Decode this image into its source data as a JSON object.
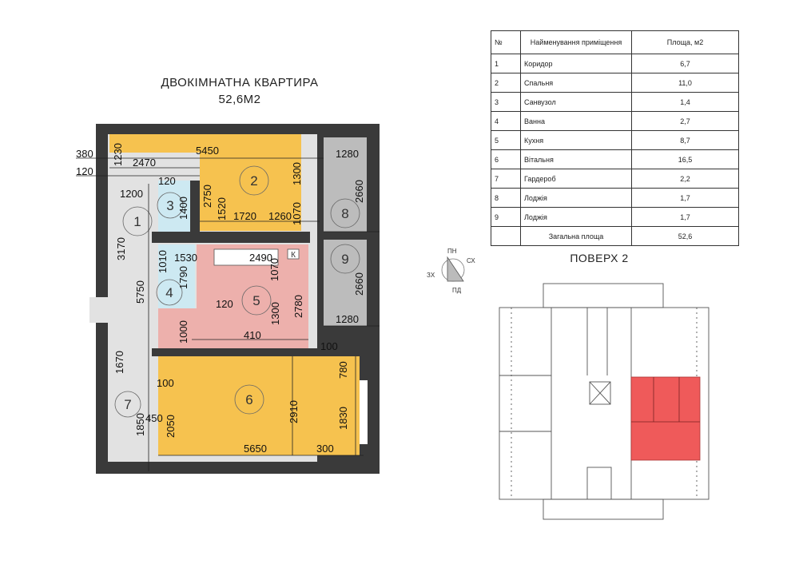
{
  "header": {
    "title": "ДВОКІМНАТНА КВАРТИРА",
    "area": "52,6М2"
  },
  "plan": {
    "rooms": [
      {
        "id": "1",
        "label": "1",
        "color": "#e2e2e2"
      },
      {
        "id": "2",
        "label": "2",
        "color": "#f6c24f"
      },
      {
        "id": "3",
        "label": "3",
        "color": "#cde9f2"
      },
      {
        "id": "4",
        "label": "4",
        "color": "#cde9f2"
      },
      {
        "id": "5",
        "label": "5",
        "color": "#edb0ac"
      },
      {
        "id": "6",
        "label": "6",
        "color": "#f6c24f"
      },
      {
        "id": "7",
        "label": "7",
        "color": "#e2e2e2"
      },
      {
        "id": "8",
        "label": "8",
        "color": "#bcbcbc"
      },
      {
        "id": "9",
        "label": "9",
        "color": "#bcbcbc"
      }
    ],
    "kitchen_mark": "К",
    "dims": [
      "380",
      "120",
      "1230",
      "2470",
      "5450",
      "120",
      "1200",
      "1400",
      "2750",
      "1520",
      "1720",
      "1260",
      "1300",
      "1070",
      "3170",
      "1010",
      "1530",
      "2490",
      "1790",
      "1070",
      "5750",
      "120",
      "1300",
      "2780",
      "1000",
      "410",
      "100",
      "1670",
      "100",
      "2910",
      "780",
      "1850",
      "450",
      "2050",
      "1830",
      "5650",
      "300",
      "1280",
      "2660",
      "2660",
      "1280"
    ]
  },
  "table": {
    "headers": [
      "№",
      "Найменування приміщення",
      "Площа, м2"
    ],
    "rows": [
      {
        "n": "1",
        "name": "Коридор",
        "area": "6,7"
      },
      {
        "n": "2",
        "name": "Спальня",
        "area": "11,0"
      },
      {
        "n": "3",
        "name": "Санвузол",
        "area": "1,4"
      },
      {
        "n": "4",
        "name": "Ванна",
        "area": "2,7"
      },
      {
        "n": "5",
        "name": "Кухня",
        "area": "8,7"
      },
      {
        "n": "6",
        "name": "Вітальня",
        "area": "16,5"
      },
      {
        "n": "7",
        "name": "Гардероб",
        "area": "2,2"
      },
      {
        "n": "8",
        "name": "Лоджія",
        "area": "1,7"
      },
      {
        "n": "9",
        "name": "Лоджія",
        "area": "1,7"
      }
    ],
    "total_label": "Загальна площа",
    "total_area": "52,6"
  },
  "floor": {
    "title": "ПОВЕРХ 2",
    "highlight_color": "#ef5a5a"
  },
  "compass": {
    "n": "ПН",
    "e": "СХ",
    "s": "ПД",
    "w": "ЗХ"
  },
  "colors": {
    "wall": "#3a3a3a",
    "dim_line": "#222222"
  }
}
